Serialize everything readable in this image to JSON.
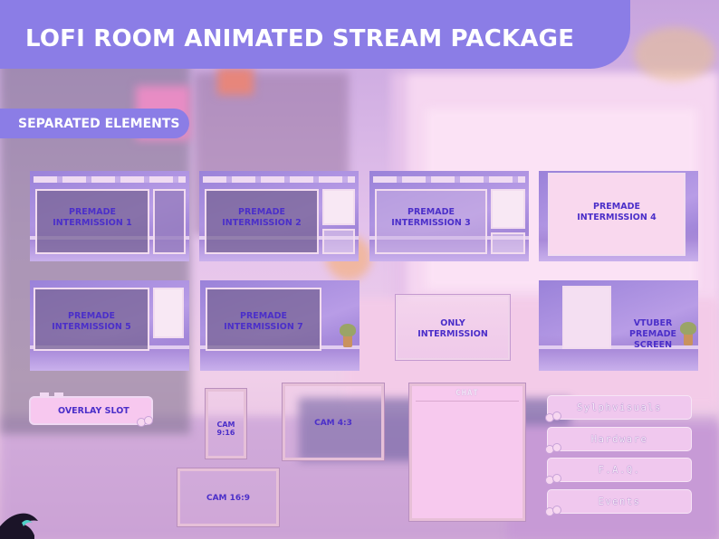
{
  "header": {
    "title": "LOFI ROOM ANIMATED STREAM PACKAGE",
    "section": "SEPARATED ELEMENTS"
  },
  "intermissions": [
    {
      "line1": "PREMADE",
      "line2": "INTERMISSION 1"
    },
    {
      "line1": "PREMADE",
      "line2": "INTERMISSION 2"
    },
    {
      "line1": "PREMADE",
      "line2": "INTERMISSION 3"
    },
    {
      "line1": "PREMADE",
      "line2": "INTERMISSION 4"
    },
    {
      "line1": "PREMADE",
      "line2": "INTERMISSION 5"
    },
    {
      "line1": "PREMADE",
      "line2": "INTERMISSION 7"
    },
    {
      "line1": "ONLY",
      "line2": "INTERMISSION"
    },
    {
      "line1": "VTUBER",
      "line2": "PREMADE SCREEN"
    }
  ],
  "overlay": {
    "slot_label": "OVERLAY SLOT",
    "cam_916": "CAM 9:16",
    "cam_43": "CAM 4:3",
    "cam_169": "CAM 16:9",
    "chat_label": "CHAT"
  },
  "panels": [
    "Sylphvisuals",
    "Hardware",
    "F.A.Q.",
    "Events"
  ],
  "colors": {
    "accent": "#8b7de6",
    "label": "#4b2fc9",
    "panel": "#f0c8ee"
  }
}
